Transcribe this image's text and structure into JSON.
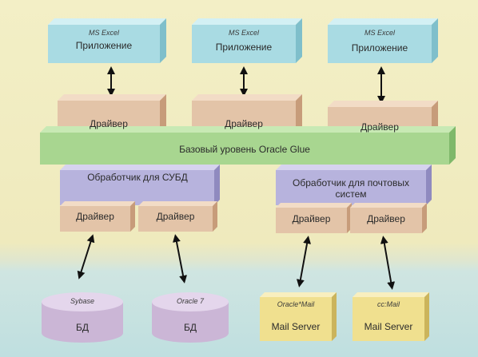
{
  "apps": [
    {
      "brand": "MS Excel",
      "label": "Приложение"
    },
    {
      "brand": "MS Excel",
      "label": "Приложение"
    },
    {
      "brand": "MS Excel",
      "label": "Приложение"
    }
  ],
  "top_drivers": [
    "Драйвер",
    "Драйвер",
    "Драйвер"
  ],
  "glue_label": "Базовый уровень Oracle Glue",
  "dbms_handler": {
    "label": "Обработчик для СУБД",
    "drivers": [
      "Драйвер",
      "Драйвер"
    ]
  },
  "mail_handler": {
    "label": "Обработчик для почтовых систем",
    "drivers": [
      "Драйвер",
      "Драйвер"
    ]
  },
  "databases": [
    {
      "brand": "Sybase",
      "label": "БД"
    },
    {
      "brand": "Oracle 7",
      "label": "БД"
    }
  ],
  "mail_servers": [
    {
      "brand": "Oracle*Mail",
      "label": "Mail Server"
    },
    {
      "brand": "cc:Mail",
      "label": "Mail Server"
    }
  ],
  "colors": {
    "app_box": "#a9dbe3",
    "driver_box": "#e3c4a8",
    "glue_band": "#a8d690",
    "handler_box": "#b7b3dd",
    "database": "#cbb6d6",
    "mail_server": "#f0e08f",
    "background": "#f1edc3",
    "lower_band": "#c6e3e0"
  }
}
